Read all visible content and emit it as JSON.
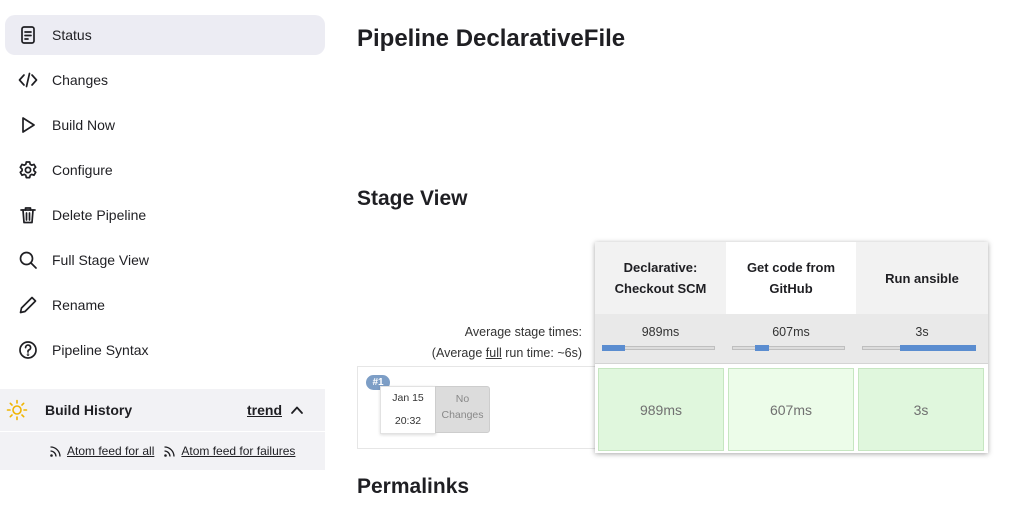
{
  "sidebar": {
    "items": [
      {
        "label": "Status",
        "icon": "status-doc-icon",
        "active": true
      },
      {
        "label": "Changes",
        "icon": "code-icon"
      },
      {
        "label": "Build Now",
        "icon": "play-icon"
      },
      {
        "label": "Configure",
        "icon": "gear-icon"
      },
      {
        "label": "Delete Pipeline",
        "icon": "trash-icon"
      },
      {
        "label": "Full Stage View",
        "icon": "search-icon"
      },
      {
        "label": "Rename",
        "icon": "pencil-icon"
      },
      {
        "label": "Pipeline Syntax",
        "icon": "help-icon"
      }
    ]
  },
  "build_history": {
    "title": "Build History",
    "trend_label": "trend",
    "feeds": {
      "all": "Atom feed for all",
      "failures": "Atom feed for failures"
    }
  },
  "main": {
    "title": "Pipeline DeclarativeFile",
    "stage_view_title": "Stage View",
    "permalinks_title": "Permalinks",
    "avg_stage_times_label": "Average stage times:",
    "avg_run_prefix": "(Average ",
    "avg_run_link": "full",
    "avg_run_suffix": " run time: ~6s)"
  },
  "build": {
    "number": "#1",
    "date": "Jan 15",
    "time": "20:32",
    "changes_line1": "No",
    "changes_line2": "Changes"
  },
  "stages": [
    {
      "name_line1": "Declarative:",
      "name_line2": "Checkout SCM",
      "avg": "989ms",
      "run": "989ms",
      "avg_fraction": 0.2
    },
    {
      "name_line1": "Get code from",
      "name_line2": "GitHub",
      "avg": "607ms",
      "run": "607ms",
      "avg_fraction": 0.12
    },
    {
      "name_line1": "Run ansible",
      "name_line2": "",
      "avg": "3s",
      "run": "3s",
      "avg_fraction": 0.67
    }
  ],
  "colors": {
    "active_bg": "#ececf3",
    "success_cell": "#e0f7dd",
    "progress_fill": "#5b8dd0",
    "badge": "#7d9ec6"
  }
}
